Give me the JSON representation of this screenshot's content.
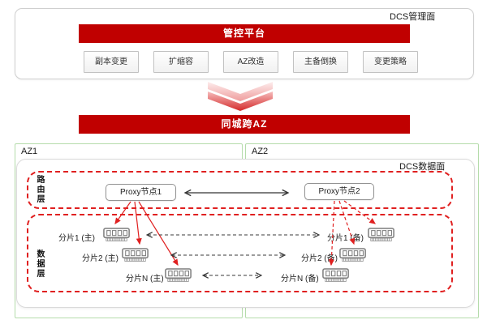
{
  "colors": {
    "banner_red": "#c00000",
    "dash_red": "#e02020",
    "zone_green_border": "#b5dcab",
    "arrow_black": "#333333",
    "box_border_gray": "#cfcfcf"
  },
  "icons": {
    "flow_arrow": "chevron-down-double",
    "shard_icon": "memory-ram",
    "proxy_sync_arrow": "double-headed-arrow",
    "replication_arrow": "dashed-double-headed-arrow"
  },
  "management_plane": {
    "label": "DCS管理面",
    "banner": "管控平台",
    "buttons": [
      "副本变更",
      "扩缩容",
      "AZ改造",
      "主备倒换",
      "变更策略"
    ]
  },
  "flow": {
    "banner": "同城跨AZ"
  },
  "zones": [
    {
      "label": "AZ1"
    },
    {
      "label": "AZ2"
    }
  ],
  "data_plane": {
    "label": "DCS数据面",
    "routing_layer": {
      "label": "路由层",
      "proxy1": "Proxy节点1",
      "proxy2": "Proxy节点2"
    },
    "data_layer": {
      "label": "数据层",
      "primary": [
        {
          "label": "分片1 (主)"
        },
        {
          "label": "分片2 (主)"
        },
        {
          "label": "分片N (主)"
        }
      ],
      "standby": [
        {
          "label": "分片1 (备)"
        },
        {
          "label": "分片2 (备)"
        },
        {
          "label": "分片N (备)"
        }
      ]
    }
  }
}
